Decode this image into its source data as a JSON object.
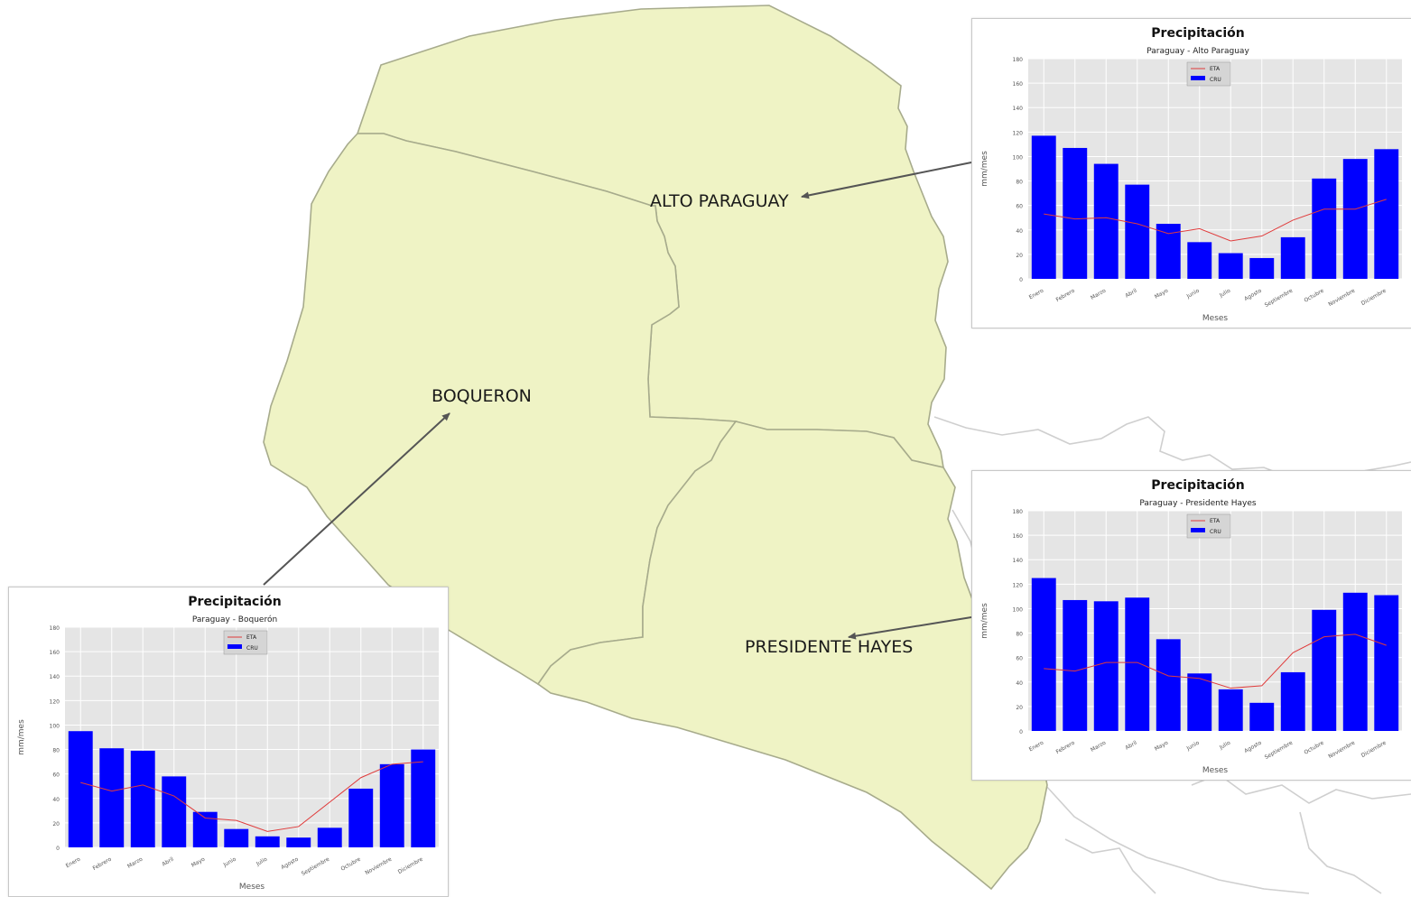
{
  "map": {
    "regions": [
      {
        "name": "Alto Paraguay",
        "label": "ALTO PARAGUAY"
      },
      {
        "name": "Boqueron",
        "label": "BOQUERON"
      },
      {
        "name": "Presidente Hayes",
        "label": "PRESIDENTE HAYES"
      }
    ],
    "colors": {
      "region_fill": "#eff3c5",
      "region_border": "#a7ab8c",
      "neighbor_border": "#c8c8c8",
      "arrow": "#555555"
    }
  },
  "chart_data": [
    {
      "type": "bar",
      "title": "Precipitación",
      "subtitle": "Paraguay - Alto Paraguay",
      "xlabel": "Meses",
      "ylabel": "mm/mes",
      "ylim": [
        0,
        180
      ],
      "yticks": [
        "0",
        "20",
        "40",
        "60",
        "80",
        "100",
        "120",
        "140",
        "160",
        "180"
      ],
      "grid": true,
      "legend": "top-center",
      "categories": [
        "Enero",
        "Febrero",
        "Marzo",
        "Abril",
        "Mayo",
        "Junio",
        "Julio",
        "Agosto",
        "Septiembre",
        "Octubre",
        "Noviembre",
        "Diciembre"
      ],
      "series": [
        {
          "name": "ETA",
          "kind": "line",
          "color": "#e03c3c",
          "values": [
            53,
            49,
            50,
            45,
            37,
            41,
            31,
            35,
            48,
            57,
            57,
            65
          ]
        },
        {
          "name": "CRU",
          "kind": "bar",
          "color": "#0000ff",
          "values": [
            117,
            107,
            94,
            77,
            45,
            30,
            21,
            17,
            34,
            82,
            98,
            106
          ]
        }
      ]
    },
    {
      "type": "bar",
      "title": "Precipitación",
      "subtitle": "Paraguay - Presidente Hayes",
      "xlabel": "Meses",
      "ylabel": "mm/mes",
      "ylim": [
        0,
        180
      ],
      "yticks": [
        "0",
        "20",
        "40",
        "60",
        "80",
        "100",
        "120",
        "140",
        "160",
        "180"
      ],
      "grid": true,
      "legend": "top-center",
      "categories": [
        "Enero",
        "Febrero",
        "Marzo",
        "Abril",
        "Mayo",
        "Junio",
        "Julio",
        "Agosto",
        "Septiembre",
        "Octubre",
        "Noviembre",
        "Diciembre"
      ],
      "series": [
        {
          "name": "ETA",
          "kind": "line",
          "color": "#e03c3c",
          "values": [
            51,
            49,
            56,
            56,
            45,
            43,
            35,
            37,
            64,
            77,
            79,
            70
          ]
        },
        {
          "name": "CRU",
          "kind": "bar",
          "color": "#0000ff",
          "values": [
            125,
            107,
            106,
            109,
            75,
            47,
            34,
            23,
            48,
            99,
            113,
            111
          ]
        }
      ]
    },
    {
      "type": "bar",
      "title": "Precipitación",
      "subtitle": "Paraguay - Boquerón",
      "xlabel": "Meses",
      "ylabel": "mm/mes",
      "ylim": [
        0,
        180
      ],
      "yticks": [
        "0",
        "20",
        "40",
        "60",
        "80",
        "100",
        "120",
        "140",
        "160",
        "180"
      ],
      "grid": true,
      "legend": "top-center",
      "categories": [
        "Enero",
        "Febrero",
        "Marzo",
        "Abril",
        "Mayo",
        "Junio",
        "Julio",
        "Agosto",
        "Septiembre",
        "Octubre",
        "Noviembre",
        "Diciembre"
      ],
      "series": [
        {
          "name": "ETA",
          "kind": "line",
          "color": "#e03c3c",
          "values": [
            53,
            46,
            51,
            42,
            24,
            22,
            13,
            17,
            37,
            57,
            68,
            70
          ]
        },
        {
          "name": "CRU",
          "kind": "bar",
          "color": "#0000ff",
          "values": [
            95,
            81,
            79,
            58,
            29,
            15,
            9,
            8,
            16,
            48,
            68,
            80
          ]
        }
      ]
    }
  ]
}
